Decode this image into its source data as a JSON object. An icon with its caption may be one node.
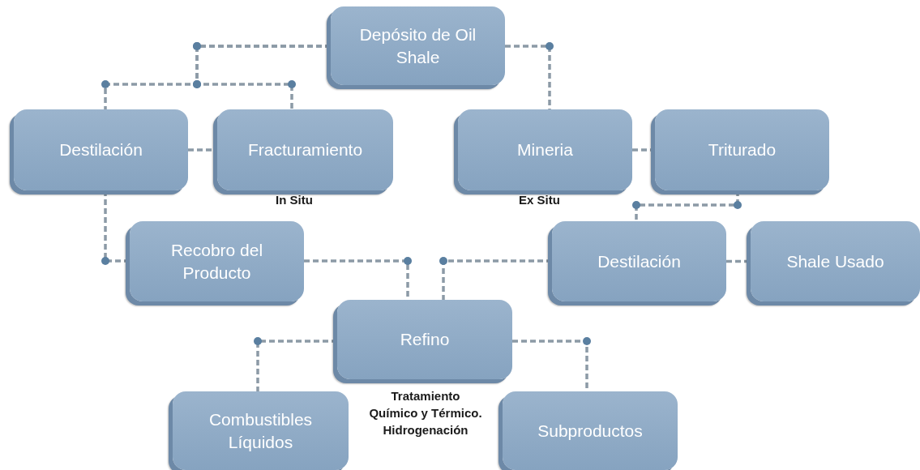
{
  "diagram": {
    "nodes": [
      {
        "text": [
          "Depósito de Oil Shale"
        ]
      },
      {
        "text": [
          "Destilación"
        ]
      },
      {
        "text": [
          "Fracturamiento"
        ]
      },
      {
        "text": [
          "Mineria"
        ]
      },
      {
        "text": [
          "Triturado"
        ]
      },
      {
        "text": [
          "Recobro del Producto"
        ]
      },
      {
        "text": [
          "Destilación"
        ]
      },
      {
        "text": [
          "Shale Usado"
        ]
      },
      {
        "text": [
          "Refino"
        ],
        "beside": [
          "Tratamiento Químico y Térmico. Hidrogenación"
        ]
      },
      {
        "text": [
          "Combustibles Líquidos"
        ]
      },
      {
        "text": [
          "Subproductos"
        ]
      }
    ],
    "edges": [
      {
        "from": 0,
        "to": 1,
        "arrow": "none",
        "style": "dashed"
      },
      {
        "from": 0,
        "to": 2,
        "arrow": "none",
        "style": "dashed"
      },
      {
        "from": 0,
        "to": 3,
        "arrow": "none",
        "style": "dashed"
      },
      {
        "from": 1,
        "to": 2,
        "arrow": "none",
        "style": "dashed"
      },
      {
        "from": 3,
        "to": 4,
        "arrow": "none",
        "style": "dashed"
      },
      {
        "from": 4,
        "to": 6,
        "arrow": "none",
        "style": "dashed"
      },
      {
        "from": 1,
        "to": 5,
        "arrow": "none",
        "style": "dashed"
      },
      {
        "from": 5,
        "to": 8,
        "arrow": "none",
        "style": "dashed"
      },
      {
        "from": 6,
        "to": 8,
        "arrow": "none",
        "style": "dashed"
      },
      {
        "from": 6,
        "to": 7,
        "arrow": "none",
        "style": "dashed"
      },
      {
        "from": 8,
        "to": 9,
        "arrow": "none",
        "style": "dashed"
      },
      {
        "from": 8,
        "to": 10,
        "arrow": "none",
        "style": "dashed"
      }
    ],
    "labels": [
      "In Situ",
      "Ex Situ"
    ]
  }
}
